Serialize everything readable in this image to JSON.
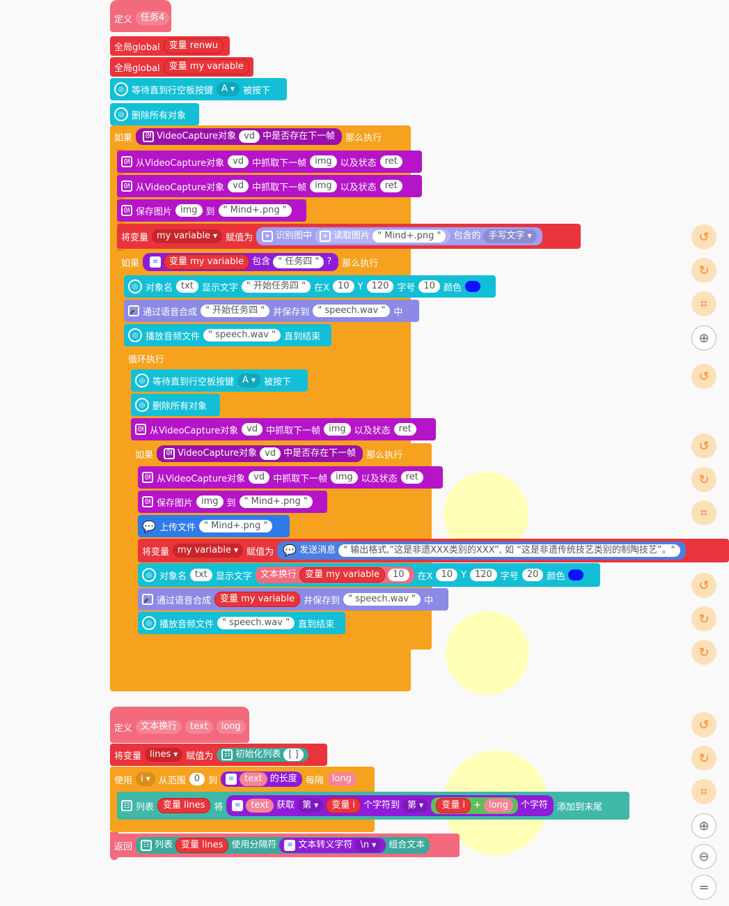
{
  "func1": {
    "define": "定义",
    "name": "任务4",
    "r1": {
      "a": "全局global",
      "b": "变量 renwu"
    },
    "r2": {
      "a": "全局global",
      "b": "变量 my variable"
    },
    "r3": {
      "a": "等待直到行空板按键",
      "key": "A",
      "b": "被按下"
    },
    "r4": "删除所有对象",
    "if1": {
      "kw": "如果",
      "a": "VideoCapture对象",
      "vd": "vd",
      "b": "中是否存在下一帧",
      "then": "那么执行"
    },
    "grab": {
      "a": "从VideoCapture对象",
      "vd": "vd",
      "b": "中抓取下一帧",
      "img": "img",
      "c": "以及状态",
      "ret": "ret"
    },
    "save": {
      "a": "保存图片",
      "img": "img",
      "to": "到",
      "file": "\" Mind+.png \""
    },
    "assign1": {
      "a": "将变量",
      "var": "my variable",
      "b": "赋值为",
      "c": "识别图中",
      "d": "读取图片",
      "file": "\" Mind+.png \"",
      "e": "包含的",
      "f": "手写文字"
    },
    "if2": {
      "kw": "如果",
      "var": "变量 my variable",
      "contains": "包含",
      "str": "\" 任务四 \"",
      "q": "?",
      "then": "那么执行"
    },
    "text1": {
      "a": "对象名",
      "txt": "txt",
      "b": "显示文字",
      "str": "\" 开始任务四 \"",
      "x": "在X",
      "xv": "10",
      "y": "Y",
      "yv": "120",
      "fs": "字号",
      "fsv": "10",
      "color": "颜色"
    },
    "tts1": {
      "a": "通过语音合成",
      "str": "\" 开始任务四 \"",
      "b": "并保存到",
      "file": "\" speech.wav \"",
      "c": "中"
    },
    "play1": {
      "a": "播放音频文件",
      "file": "\" speech.wav \"",
      "b": "直到结束"
    },
    "loop": "循环执行",
    "l1": {
      "a": "等待直到行空板按键",
      "key": "A",
      "b": "被按下"
    },
    "l2": "删除所有对象",
    "if3": {
      "kw": "如果",
      "a": "VideoCapture对象",
      "vd": "vd",
      "b": "中是否存在下一帧",
      "then": "那么执行"
    },
    "upload": {
      "a": "上传文件",
      "file": "\" Mind+.png \""
    },
    "assign2": {
      "a": "将变量",
      "var": "my variable",
      "b": "赋值为",
      "c": "发送消息",
      "msg": "\" 输出格式,“这是非遗XXX类别的XXX”, 如 “这是非遗传统技艺类别的制陶技艺”。\""
    },
    "text2": {
      "a": "对象名",
      "txt": "txt",
      "b": "显示文字",
      "c": "文本换行",
      "var": "变量 my variable",
      "n": "10",
      "x": "在X",
      "xv": "10",
      "y": "Y",
      "yv": "120",
      "fs": "字号",
      "fsv": "20",
      "color": "颜色"
    },
    "tts2": {
      "a": "通过语音合成",
      "var": "变量 my variable",
      "b": "并保存到",
      "file": "\" speech.wav \"",
      "c": "中"
    },
    "play2": {
      "a": "播放音频文件",
      "file": "\" speech.wav \"",
      "b": "直到结束"
    }
  },
  "func2": {
    "define": "定义",
    "name": "文本换行",
    "p1": "text",
    "p2": "long",
    "assign": {
      "a": "将变量",
      "var": "lines",
      "b": "赋值为",
      "c": "初始化列表",
      "list": "[ ]"
    },
    "for": {
      "a": "使用",
      "var": "i",
      "b": "从范围",
      "start": "0",
      "to": "到",
      "t": "text",
      "len": "的长度",
      "step": "每隔",
      "long": "long"
    },
    "append": {
      "a": "列表",
      "lines": "变量 lines",
      "b": "将",
      "t": "text",
      "get": "获取",
      "nth": "第",
      "vi": "变量 i",
      "mid": "个字符到",
      "nth2": "第",
      "plus": "+",
      "long": "long",
      "end": "个字符",
      "add": "添加到末尾"
    },
    "ret": {
      "a": "返回",
      "b": "列表",
      "lines": "变量 lines",
      "c": "使用分隔符",
      "d": "文本转义字符",
      "esc": "\\n",
      "e": "组合文本"
    }
  },
  "side_icons": [
    "undo-icon",
    "redo-icon",
    "crop-icon",
    "zoom-in-icon",
    "undo-icon",
    "undo-icon",
    "redo-icon",
    "crop-icon",
    "undo-icon",
    "redo-icon",
    "redo-icon",
    "undo-icon",
    "redo-icon",
    "crop-icon",
    "zoom-in-icon",
    "zoom-out-icon",
    "reset-icon"
  ]
}
